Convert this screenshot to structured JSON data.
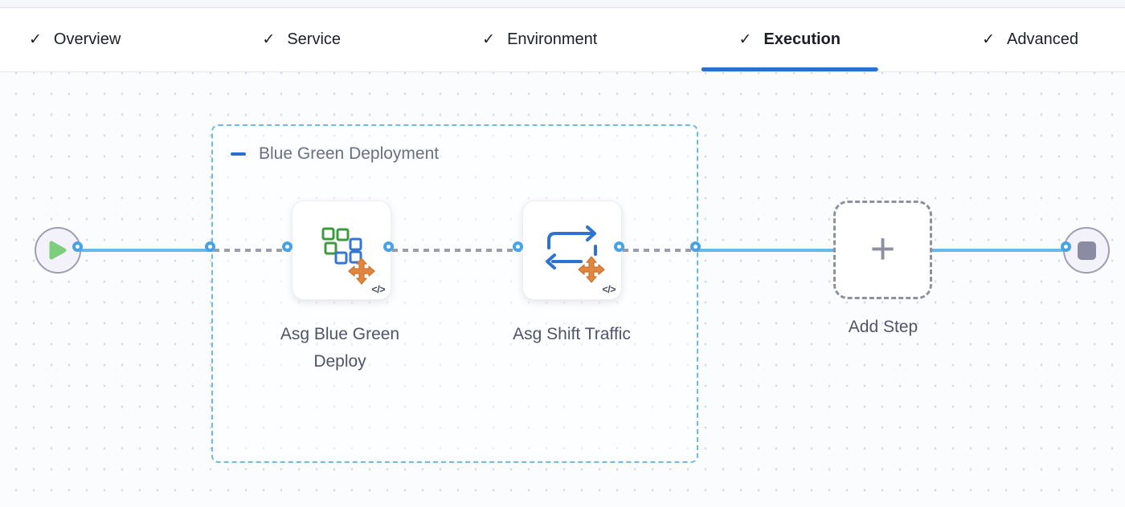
{
  "tab_bar": {
    "check_glyph": "✓",
    "tabs": [
      {
        "label": "Overview",
        "active": false
      },
      {
        "label": "Service",
        "active": false
      },
      {
        "label": "Environment",
        "active": false
      },
      {
        "label": "Execution",
        "active": true
      },
      {
        "label": "Advanced",
        "active": false
      }
    ]
  },
  "pipeline": {
    "group": {
      "label": "Blue Green Deployment",
      "collapse_icon": "minus"
    },
    "steps": [
      {
        "label": "Asg Blue Green Deploy",
        "icon": "asg-blue-green-deploy-icon",
        "badge": "</>"
      },
      {
        "label": "Asg Shift Traffic",
        "icon": "asg-shift-traffic-icon",
        "badge": "</>"
      }
    ],
    "add_step": {
      "label": "Add Step",
      "plus_glyph": "+"
    },
    "start_node": "start",
    "end_node": "stop"
  },
  "colors": {
    "active_tab_underline": "#2b70cf",
    "solid_connector": "#67b9ec",
    "dashed_connector": "#9b9dad",
    "port_ring": "#47a3e8",
    "group_border": "#6cb9ee",
    "play_icon_green": "#7ccd7c",
    "stop_icon_gray": "#8b8ca3",
    "move_arrows_orange": "#e0873f",
    "squares_green": "#3d9b3d",
    "squares_blue": "#3575d4"
  }
}
